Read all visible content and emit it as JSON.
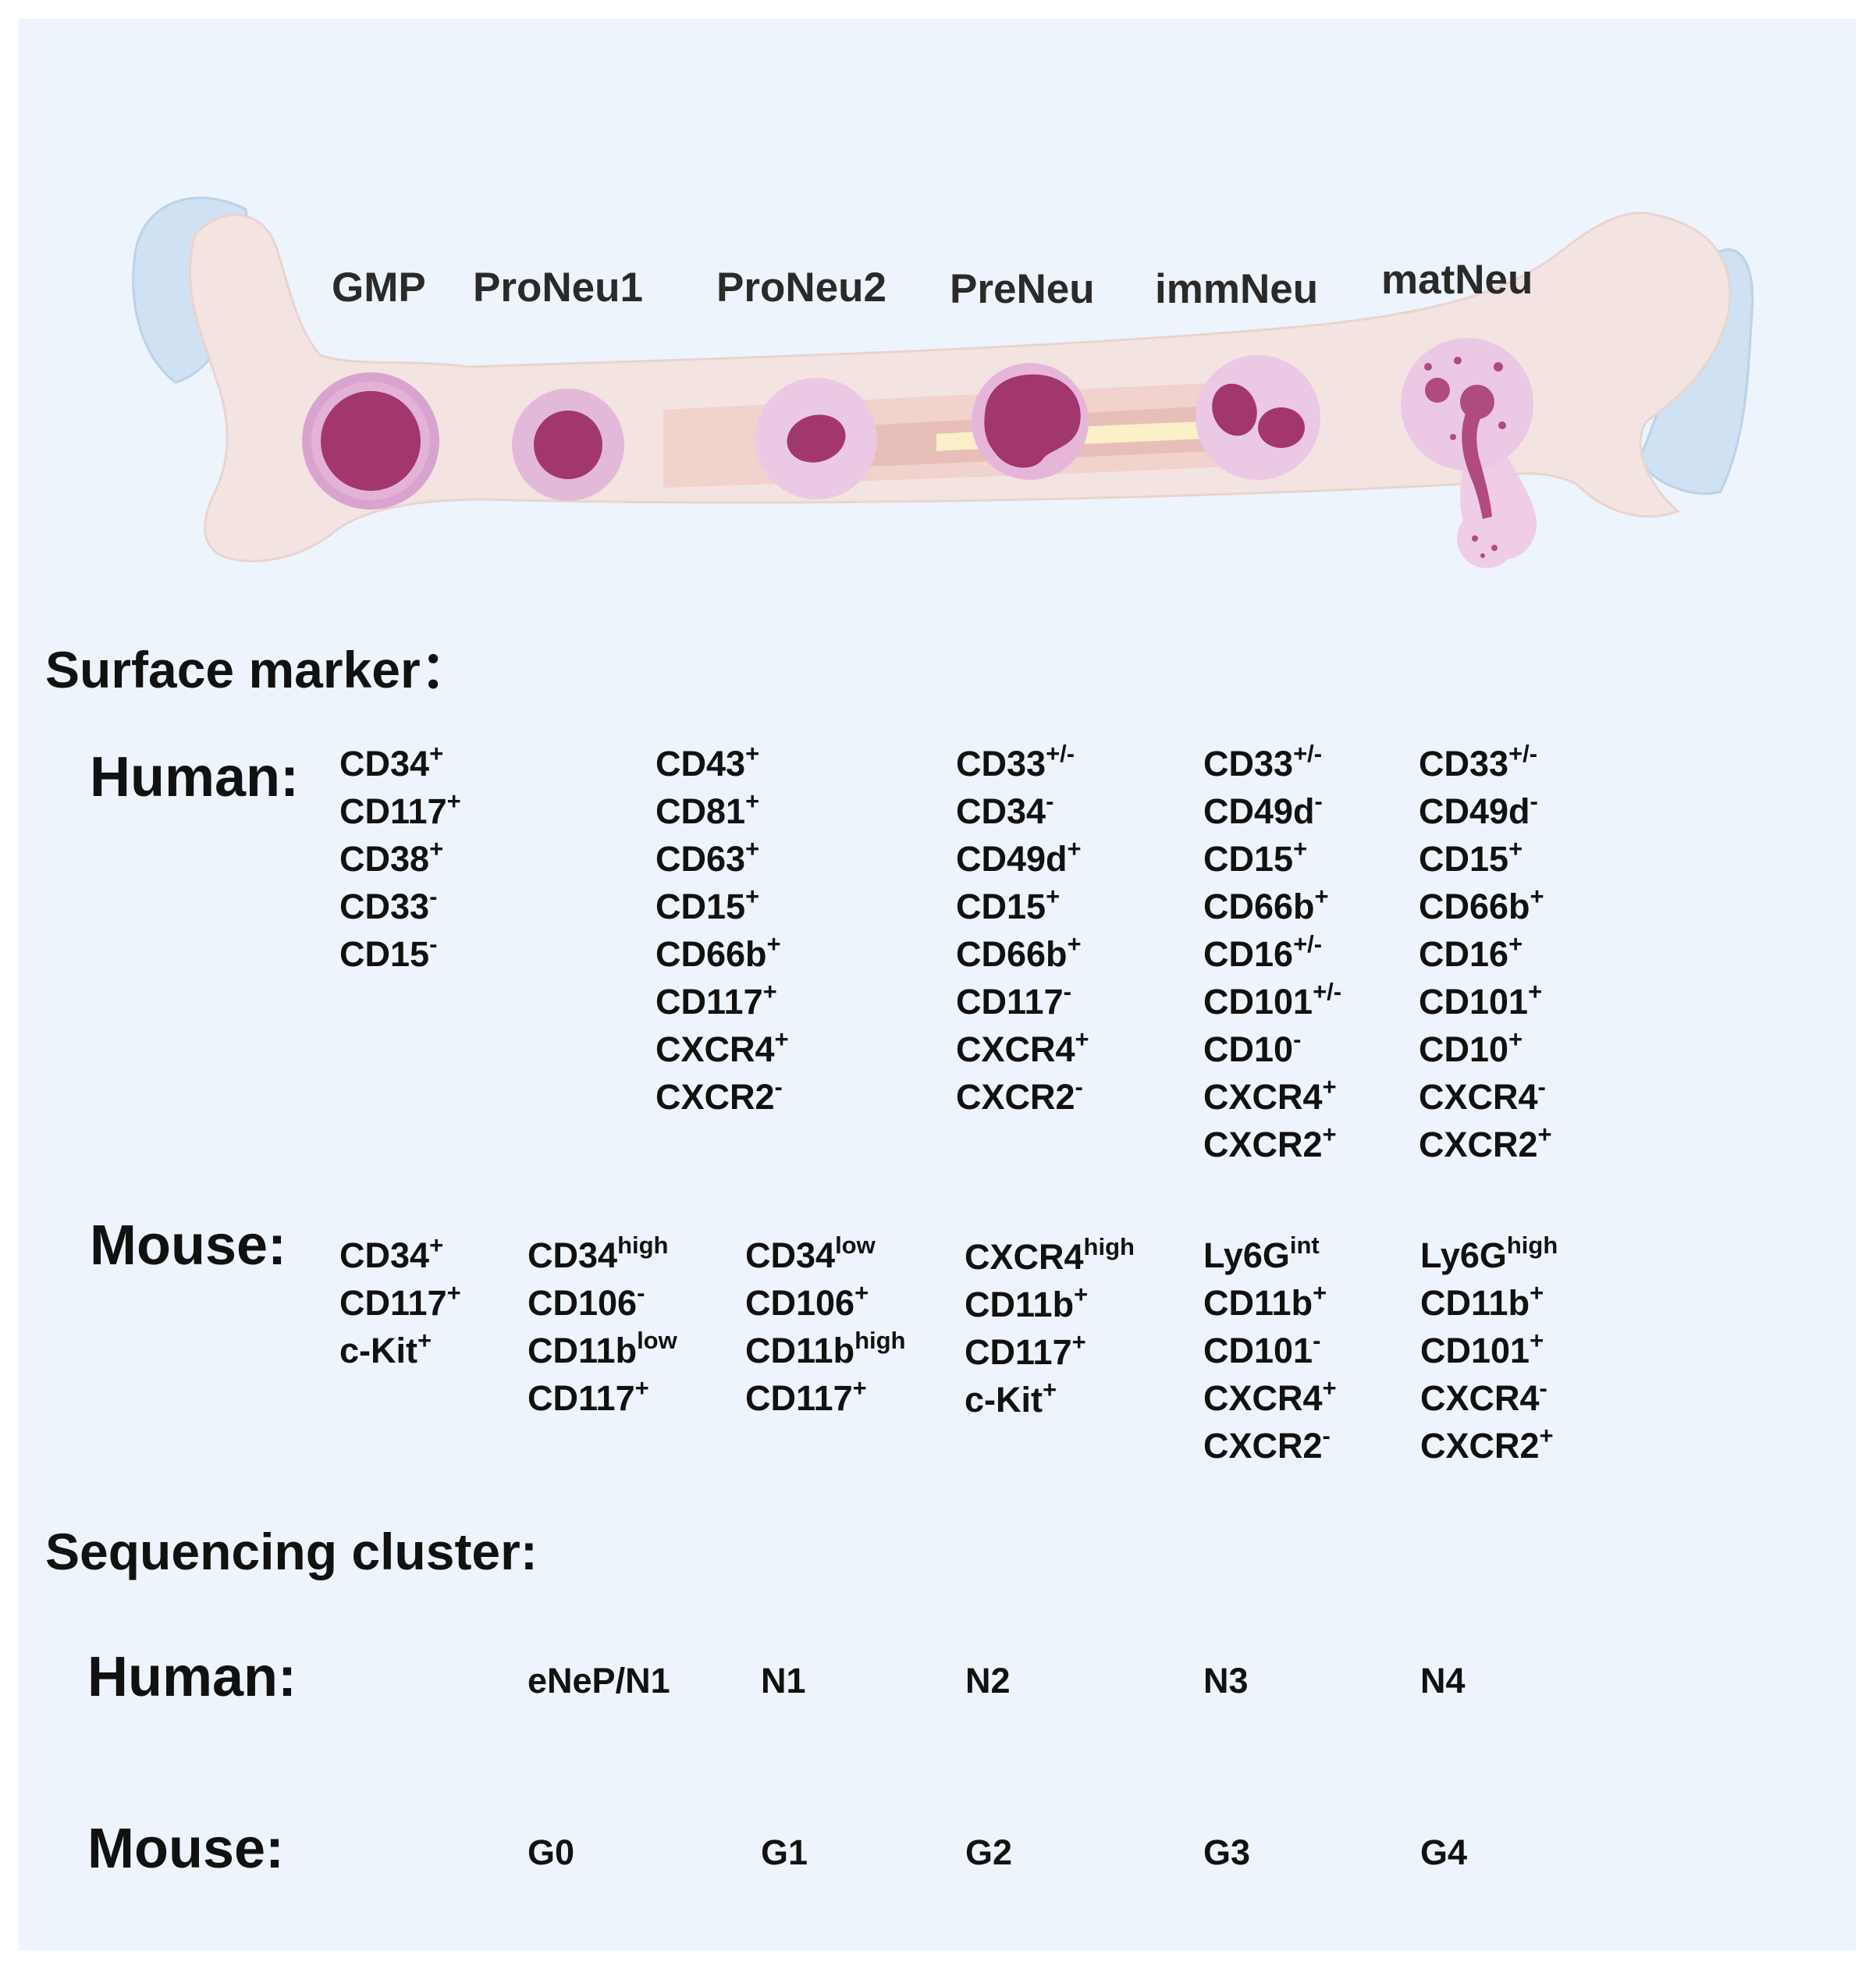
{
  "colors": {
    "background": "#eef4fb",
    "bone": "#f3e4e2",
    "cartilage": "#cfe1f2",
    "marrow": "#f0cfc8",
    "cell_outer": "#d9a3cf",
    "nucleus": "#a2376e"
  },
  "stages": [
    "GMP",
    "ProNeu1",
    "ProNeu2",
    "PreNeu",
    "immNeu",
    "matNeu"
  ],
  "surface_marker": {
    "heading": "Surface marker：",
    "human": {
      "label": "Human:",
      "columns": [
        [
          {
            "t": "CD34",
            "s": "+"
          },
          {
            "t": "CD117",
            "s": "+"
          },
          {
            "t": "CD38",
            "s": "+"
          },
          {
            "t": "CD33",
            "s": "-"
          },
          {
            "t": "CD15",
            "s": "-"
          }
        ],
        [
          {
            "t": "CD43",
            "s": "+"
          },
          {
            "t": "CD81",
            "s": "+"
          },
          {
            "t": "CD63",
            "s": "+"
          },
          {
            "t": "CD15",
            "s": "+"
          },
          {
            "t": "CD66b",
            "s": "+"
          },
          {
            "t": "CD117",
            "s": "+"
          },
          {
            "t": "CXCR4",
            "s": "+"
          },
          {
            "t": "CXCR2",
            "s": "-"
          }
        ],
        [
          {
            "t": "CD33",
            "s": "+/-"
          },
          {
            "t": "CD34",
            "s": "-"
          },
          {
            "t": "CD49d",
            "s": "+"
          },
          {
            "t": "CD15",
            "s": "+"
          },
          {
            "t": "CD66b",
            "s": "+"
          },
          {
            "t": "CD117",
            "s": "-"
          },
          {
            "t": "CXCR4",
            "s": "+"
          },
          {
            "t": "CXCR2",
            "s": "-"
          }
        ],
        [
          {
            "t": "CD33",
            "s": "+/-"
          },
          {
            "t": "CD49d",
            "s": "-"
          },
          {
            "t": "CD15",
            "s": "+"
          },
          {
            "t": "CD66b",
            "s": "+"
          },
          {
            "t": "CD16",
            "s": "+/-"
          },
          {
            "t": "CD101",
            "s": "+/-"
          },
          {
            "t": "CD10",
            "s": "-"
          },
          {
            "t": "CXCR4",
            "s": "+"
          },
          {
            "t": "CXCR2",
            "s": "+"
          }
        ],
        [
          {
            "t": "CD33",
            "s": "+/-"
          },
          {
            "t": "CD49d",
            "s": "-"
          },
          {
            "t": "CD15",
            "s": "+"
          },
          {
            "t": "CD66b",
            "s": "+"
          },
          {
            "t": "CD16",
            "s": "+"
          },
          {
            "t": "CD101",
            "s": "+"
          },
          {
            "t": "CD10",
            "s": "+"
          },
          {
            "t": "CXCR4",
            "s": "-"
          },
          {
            "t": "CXCR2",
            "s": "+"
          }
        ]
      ]
    },
    "mouse": {
      "label": "Mouse:",
      "columns": [
        [
          {
            "t": "CD34",
            "s": "+"
          },
          {
            "t": "CD117",
            "s": "+"
          },
          {
            "t": "c-Kit",
            "s": "+"
          }
        ],
        [
          {
            "t": "CD34",
            "s": "high"
          },
          {
            "t": "CD106",
            "s": "-"
          },
          {
            "t": "CD11b",
            "s": "low"
          },
          {
            "t": "CD117",
            "s": "+"
          }
        ],
        [
          {
            "t": "CD34",
            "s": "low"
          },
          {
            "t": "CD106",
            "s": "+"
          },
          {
            "t": "CD11b",
            "s": "high"
          },
          {
            "t": "CD117",
            "s": "+"
          }
        ],
        [
          {
            "t": "CXCR4",
            "s": "high"
          },
          {
            "t": "CD11b",
            "s": "+"
          },
          {
            "t": "CD117",
            "s": "+"
          },
          {
            "t": "c-Kit",
            "s": "+"
          }
        ],
        [
          {
            "t": "Ly6G",
            "s": "int"
          },
          {
            "t": "CD11b",
            "s": "+"
          },
          {
            "t": "CD101",
            "s": "-"
          },
          {
            "t": "CXCR4",
            "s": "+"
          },
          {
            "t": "CXCR2",
            "s": "-"
          }
        ],
        [
          {
            "t": "Ly6G",
            "s": "high"
          },
          {
            "t": "CD11b",
            "s": "+"
          },
          {
            "t": "CD101",
            "s": "+"
          },
          {
            "t": "CXCR4",
            "s": "-"
          },
          {
            "t": "CXCR2",
            "s": "+"
          }
        ]
      ]
    }
  },
  "sequencing_cluster": {
    "heading": "Sequencing cluster:",
    "human": {
      "label": "Human:",
      "values": [
        "eNeP/N1",
        "N1",
        "N2",
        "N3",
        "N4"
      ]
    },
    "mouse": {
      "label": "Mouse:",
      "values": [
        "G0",
        "G1",
        "G2",
        "G3",
        "G4"
      ]
    }
  }
}
